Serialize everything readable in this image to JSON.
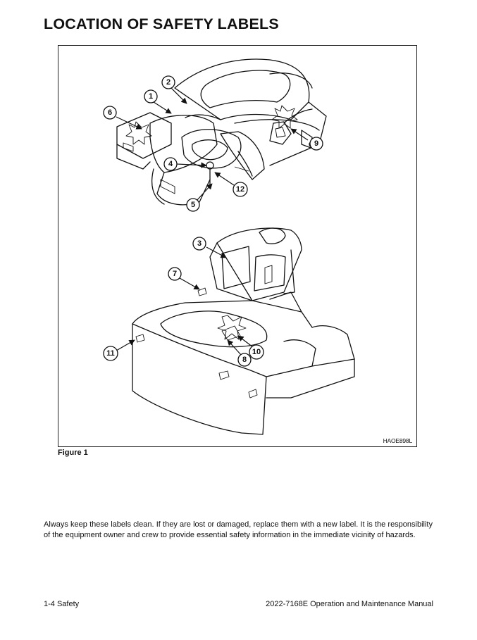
{
  "page": {
    "title": "LOCATION OF SAFETY LABELS",
    "figure_code": "HAOE898L",
    "figure_caption": "Figure 1",
    "body_text": "Always keep these labels clean. If they are lost or damaged, replace them with a new label. It is the responsibility of the equipment owner and crew to provide essential safety information in the immediate vicinity of hazards.",
    "footer_left": "1-4  Safety",
    "footer_right": "2022-7168E Operation and Maintenance Manual"
  },
  "callouts": [
    {
      "number": "1"
    },
    {
      "number": "2"
    },
    {
      "number": "3"
    },
    {
      "number": "4"
    },
    {
      "number": "5"
    },
    {
      "number": "6"
    },
    {
      "number": "7"
    },
    {
      "number": "8"
    },
    {
      "number": "9"
    },
    {
      "number": "10"
    },
    {
      "number": "11"
    },
    {
      "number": "12"
    }
  ]
}
